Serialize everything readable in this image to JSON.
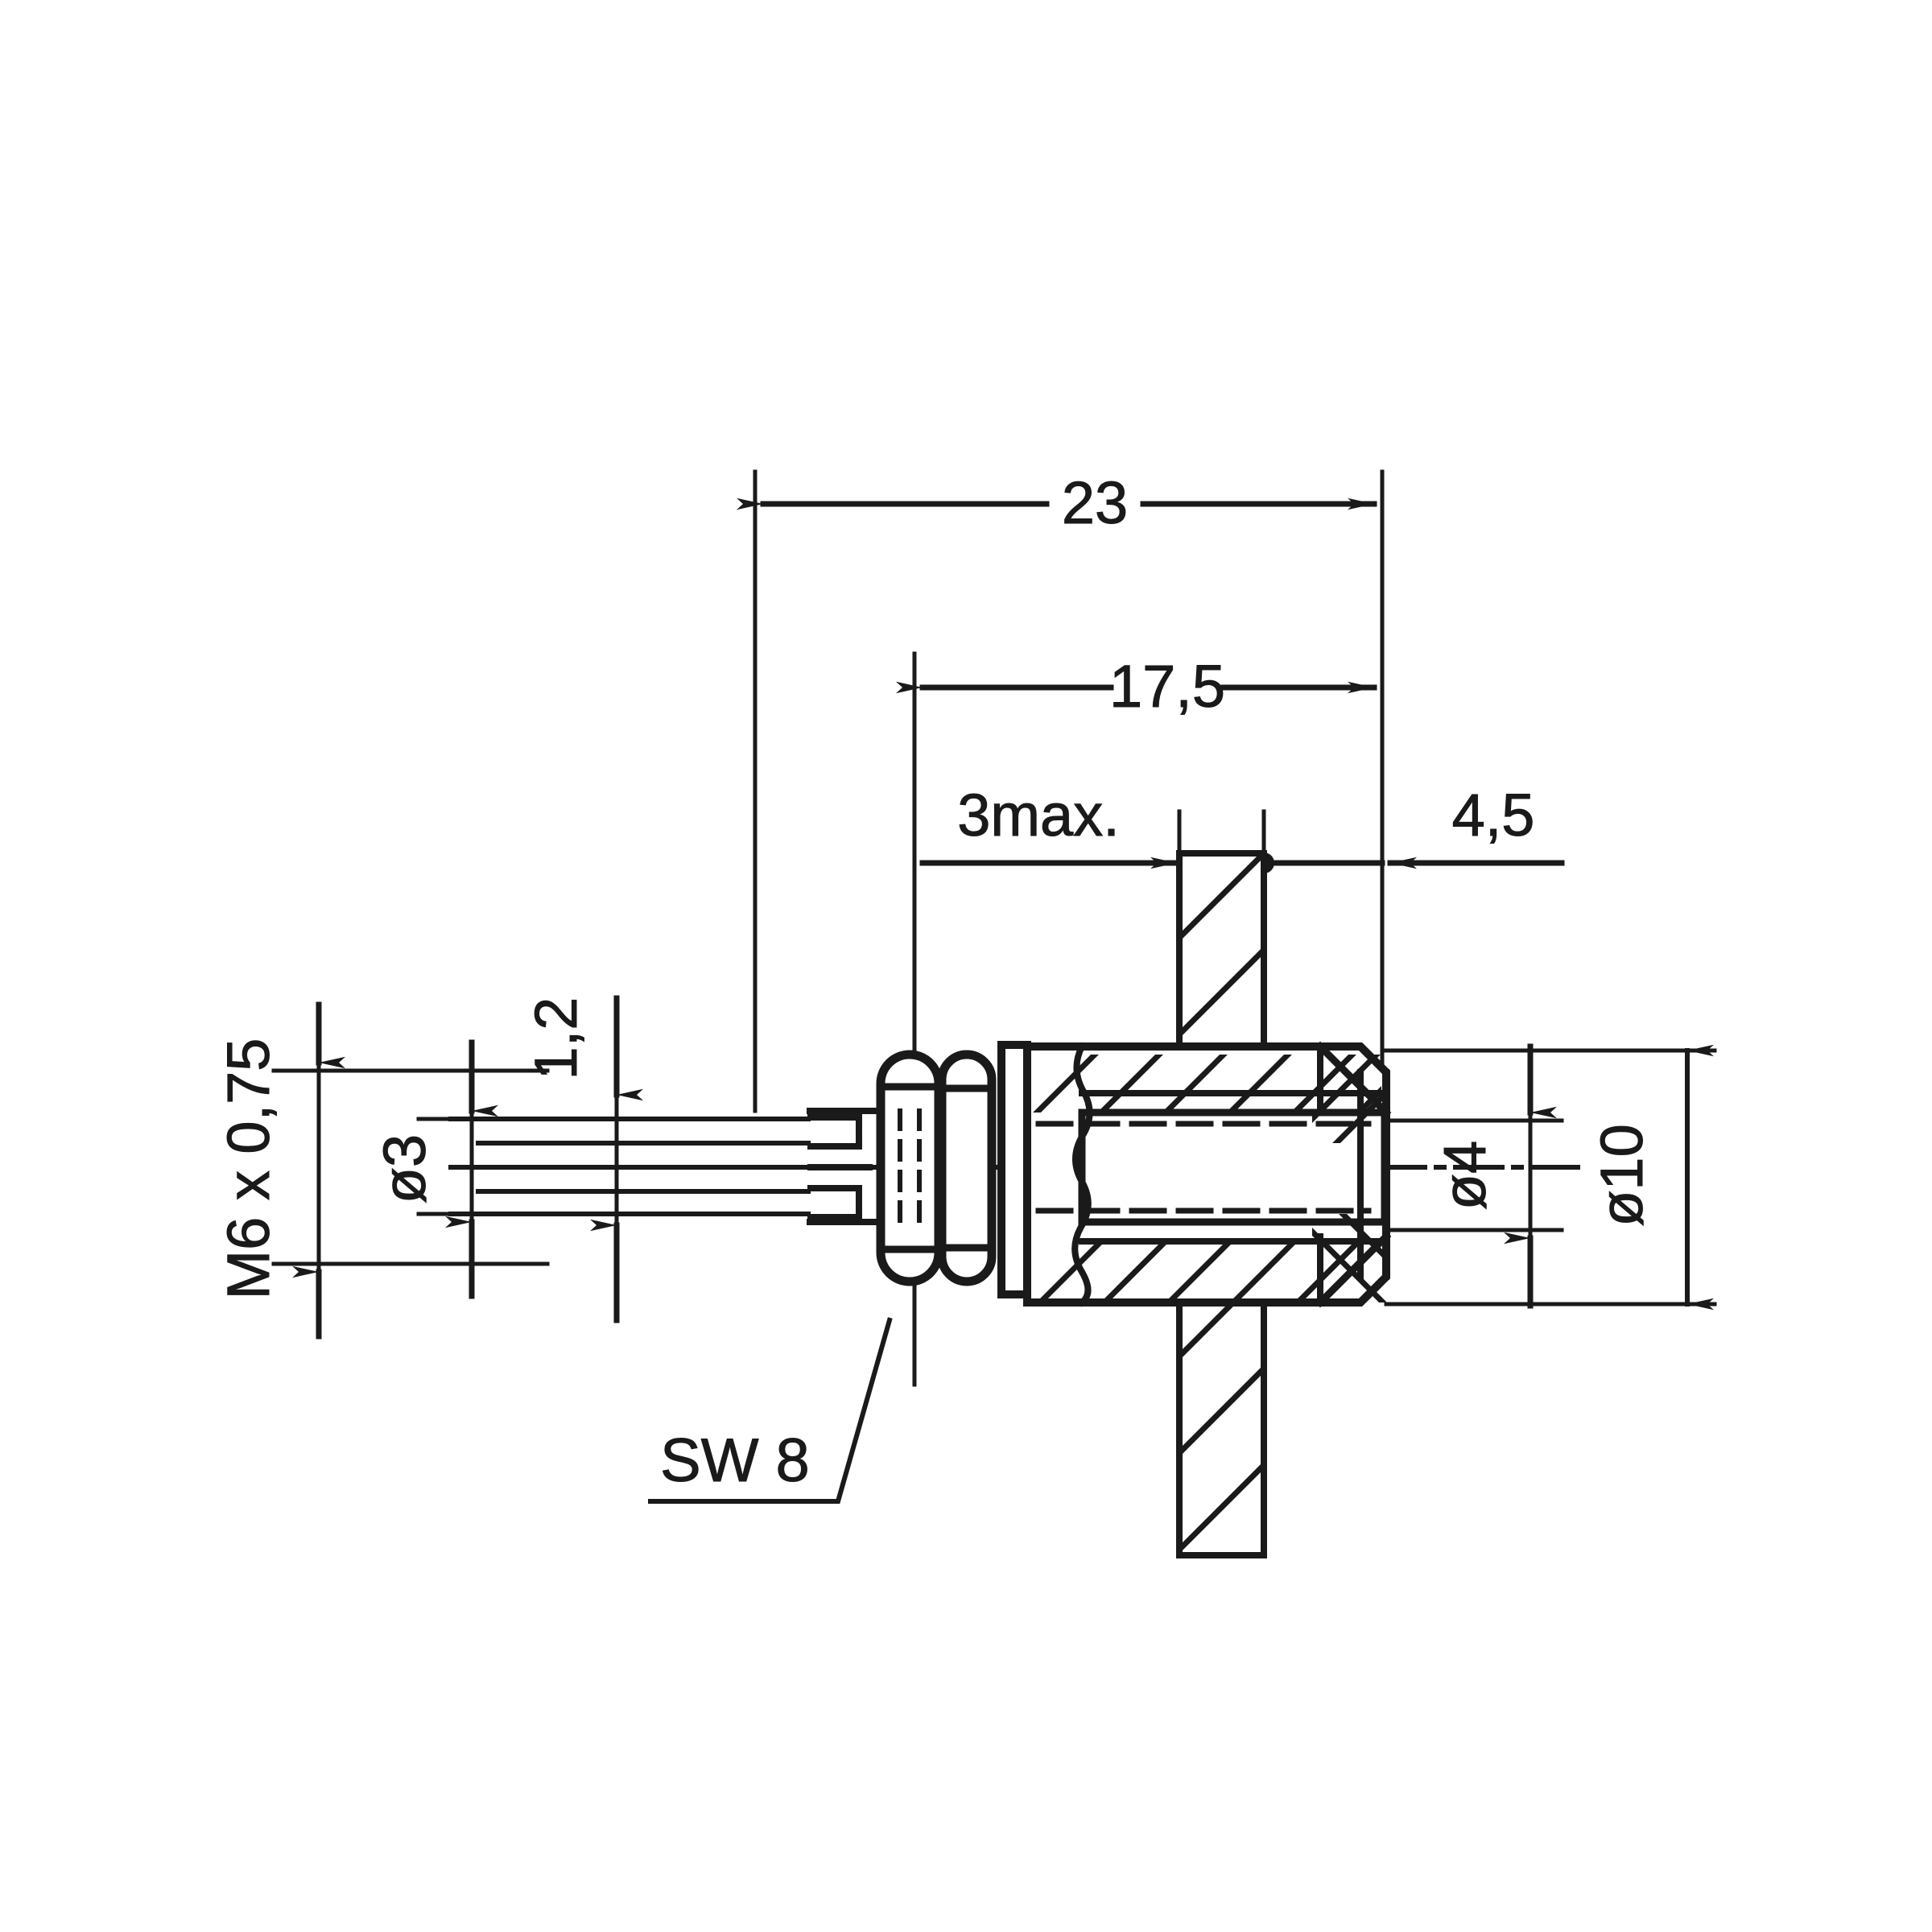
{
  "drawing": {
    "title": "M6 panel-mount connector sectional drawing",
    "units": "mm",
    "line_color": "#1a1a1a",
    "background_color": "#ffffff"
  },
  "dimensions": {
    "overall_length": "23",
    "thread_to_face": "17,5",
    "panel_thickness_max": "3max.",
    "rear_projection": "4,5",
    "thread_spec": "M6 x 0,75",
    "cable_diameter": "ø3",
    "flange_thickness": "1,2",
    "bore_diameter": "ø4",
    "body_diameter": "ø10",
    "wrench_size": "SW 8"
  },
  "labels": [
    {
      "id": "dim-23",
      "text": "23"
    },
    {
      "id": "dim-17-5",
      "text": "17,5"
    },
    {
      "id": "dim-3max",
      "text": "3max."
    },
    {
      "id": "dim-4-5",
      "text": "4,5"
    },
    {
      "id": "dim-m6",
      "text": "M6 x 0,75"
    },
    {
      "id": "dim-d3",
      "text": "ø3"
    },
    {
      "id": "dim-1-2",
      "text": "1,2"
    },
    {
      "id": "dim-d4",
      "text": "ø4"
    },
    {
      "id": "dim-d10",
      "text": "ø10"
    },
    {
      "id": "callout-sw8",
      "text": "SW 8"
    }
  ]
}
